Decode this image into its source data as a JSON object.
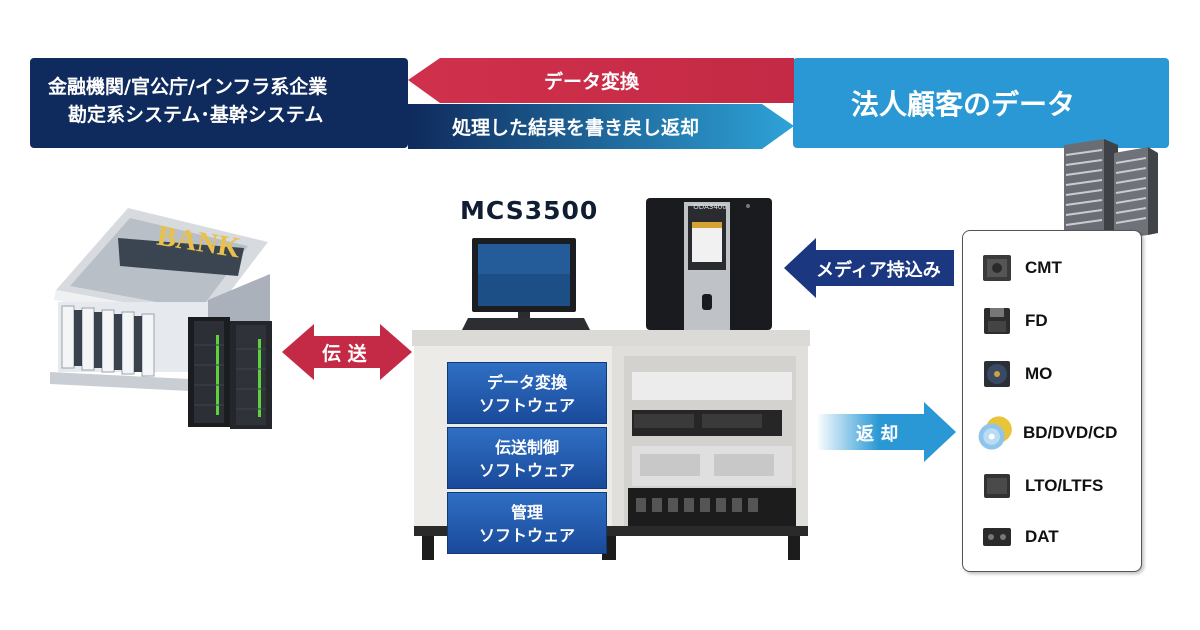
{
  "client": {
    "line1": "金融機関/官公庁/インフラ系企業",
    "line2": "勘定系システム･基幹システム"
  },
  "customer_data": {
    "label": "法人顧客のデータ"
  },
  "arrows": {
    "data_conversion": "データ変換",
    "write_back": "処理した結果を書き戻し返却",
    "transfer": "伝 送",
    "media_bring_in": "メディア持込み",
    "return": "返 却"
  },
  "system": {
    "model": "MCS3500",
    "software": [
      {
        "line1": "データ変換",
        "line2": "ソフトウェア"
      },
      {
        "line1": "伝送制御",
        "line2": "ソフトウェア"
      },
      {
        "line1": "管理",
        "line2": "ソフトウェア"
      }
    ],
    "device_label": "ODA3400"
  },
  "bank": {
    "sign": "BANK"
  },
  "media": [
    {
      "label": "CMT",
      "icon": "cmt-cartridge-icon"
    },
    {
      "label": "FD",
      "icon": "floppy-disk-icon"
    },
    {
      "label": "MO",
      "icon": "mo-disk-icon"
    },
    {
      "label": "BD/DVD/CD",
      "icon": "optical-disc-icon"
    },
    {
      "label": "LTO/LTFS",
      "icon": "lto-tape-icon"
    },
    {
      "label": "DAT",
      "icon": "dat-tape-icon"
    }
  ],
  "colors": {
    "navy": "#0f2a5c",
    "crimson": "#d0304c",
    "sky": "#2a98d4",
    "software_blue": "#1f5aae",
    "media_arrow": "#1b3780"
  }
}
